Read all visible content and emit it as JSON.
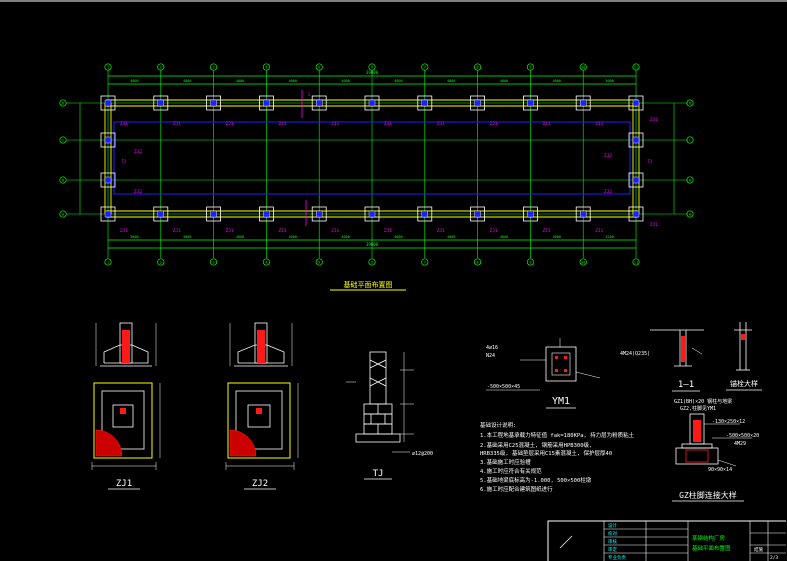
{
  "colors": {
    "background": "#000000",
    "grid_line": "#00ff00",
    "axis_dash": "#1e1eff",
    "beam": "#ffff00",
    "column": "#ffffff",
    "label": "#ff00ff",
    "section_red": "#ff1a1a",
    "title": "#ffff00",
    "cyan": "#00ffff",
    "frame": "#ffffff"
  },
  "plan": {
    "title": "基础平面布置图",
    "overall_dim": "39000",
    "bay_dims": [
      "4000",
      "4000",
      "4000",
      "4000",
      "4000",
      "4000",
      "4000",
      "4000",
      "4000",
      "3000"
    ],
    "bottom_dims": [
      "3800",
      "4000",
      "4000",
      "4000",
      "4000",
      "4000",
      "4000",
      "4000",
      "4000",
      "3200"
    ],
    "axis_numbers": [
      "1",
      "2",
      "3",
      "4",
      "5",
      "6",
      "7",
      "8",
      "9",
      "10",
      "11"
    ],
    "axis_letters": [
      "A",
      "B",
      "C",
      "D"
    ],
    "footing_label": "ZJ1",
    "beam_label": "ZJ2",
    "side_label": "TJ",
    "cut_label": "1"
  },
  "details": {
    "zj1_label": "ZJ1",
    "zj2_label": "ZJ2",
    "tj_label": "TJ",
    "ym1_label": "YM1",
    "ym1_bolt": "4M24(Q235)",
    "ym1_rebar": "4⌀16",
    "ym1_size": "-500×500×45",
    "ym1_anchor": "N24",
    "section_label": "1—1",
    "anchor_label": "锚栓大样",
    "anchor_note": "4M24(Q235)",
    "gz_title": "GZ柱脚连接大样",
    "gz_note1": "GZ1(BH)×20 钢柱与地梁",
    "gz_note2": "GZ2,柱脚见YM1",
    "gz_plate1": "-130×250×12",
    "gz_plate2": "-500×500×20",
    "gz_bolt": "4M29",
    "gz_bottom": "90×90×14",
    "tj_note": "⌀12@200"
  },
  "notes": {
    "heading": "基础设计说明:",
    "lines": [
      "1.本工程地基承载力特征值 fak=180KPa, 持力层为粉质粘土",
      "2.基础采用C25混凝土, 钢筋采用HPB300级,",
      "  HRB335级, 基础垫层采用C15素混凝土, 保护层厚40",
      "3.基础施工时应验槽",
      "4.施工时应符合有关规范",
      "5.基础地梁底标高为-1.000, 500×500柱墩",
      "6.施工时应配合建筑图纸进行"
    ]
  },
  "title_block": {
    "project": "某钢结构厂房",
    "drawing_name": "基础平面布置图",
    "sheet": "结施",
    "rows": [
      "设计",
      "校对",
      "审核",
      "审定",
      "专业负责"
    ],
    "number": "2/3"
  }
}
